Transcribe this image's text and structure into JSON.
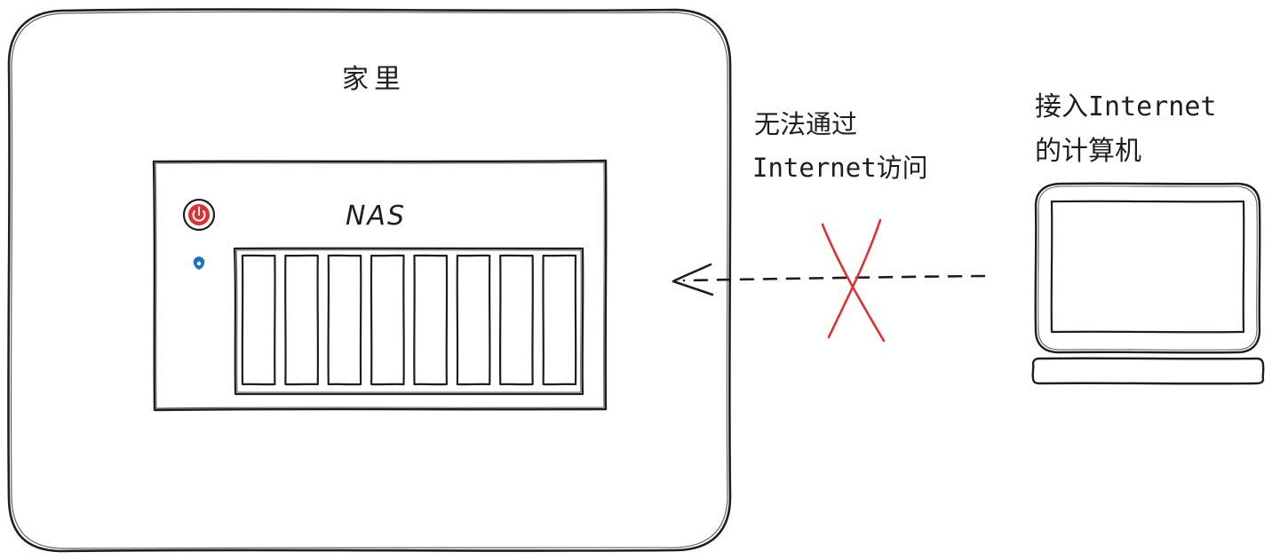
{
  "home": {
    "label": "家里"
  },
  "nas": {
    "label": "NAS",
    "bay_count": 8,
    "power_color": "#e03131",
    "indicator_color": "#1971c2"
  },
  "connection": {
    "label_line1": "无法通过",
    "label_line2": "Internet访问",
    "blocked_mark_color": "#e03131"
  },
  "computer": {
    "label_line1": "接入Internet",
    "label_line2": "的计算机"
  },
  "colors": {
    "ink": "#1e1e1e",
    "background": "#ffffff"
  }
}
